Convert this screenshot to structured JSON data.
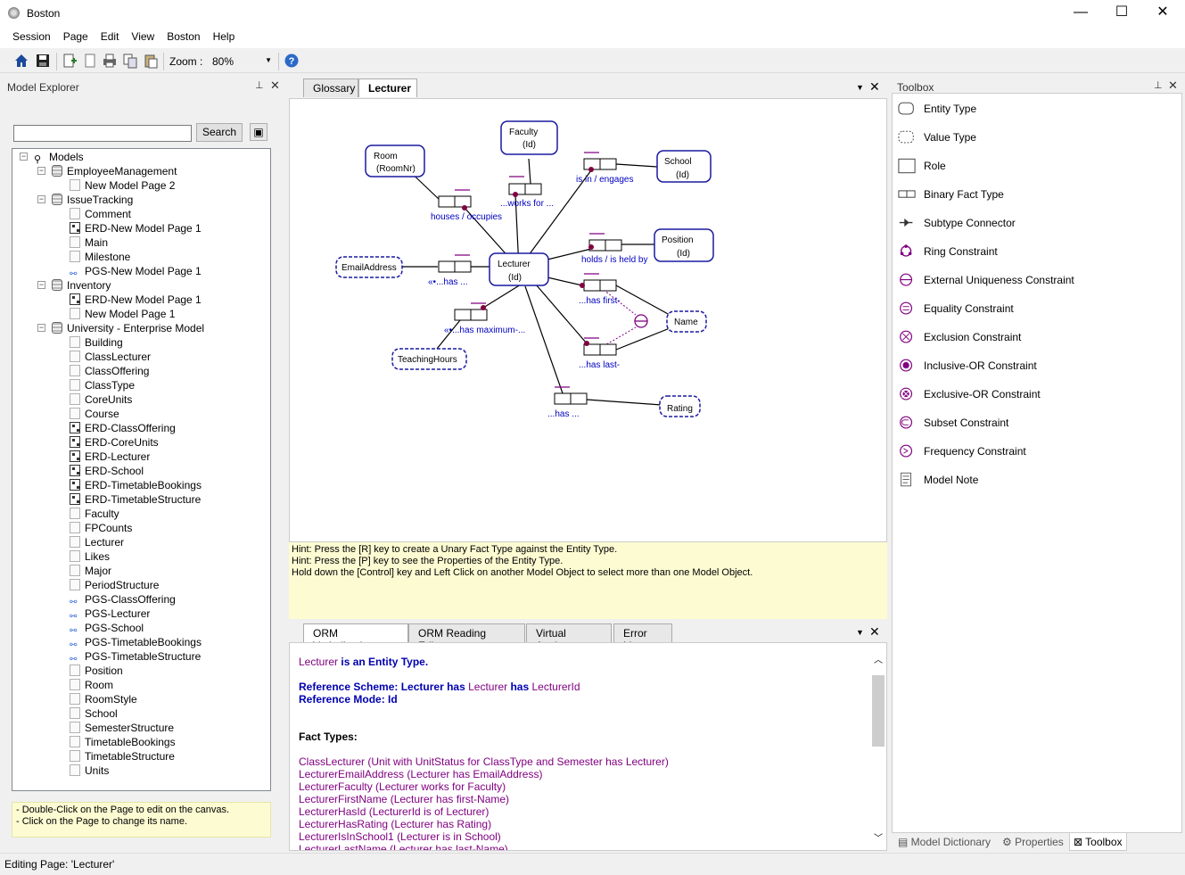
{
  "window": {
    "title": "Boston",
    "min": "—",
    "max": "☐",
    "close": "✕"
  },
  "menu": [
    "Session",
    "Page",
    "Edit",
    "View",
    "Boston",
    "Help"
  ],
  "toolbar": {
    "zoom_label": "Zoom :",
    "zoom_value": "80%"
  },
  "explorer": {
    "title": "Model Explorer",
    "search_button": "Search",
    "tree": [
      {
        "label": "Models",
        "level": 0,
        "icon": "models"
      },
      {
        "label": "EmployeeManagement",
        "level": 1,
        "icon": "db"
      },
      {
        "label": "New Model Page 2",
        "level": 2,
        "icon": "page"
      },
      {
        "label": "IssueTracking",
        "level": 1,
        "icon": "db"
      },
      {
        "label": "Comment",
        "level": 2,
        "icon": "page"
      },
      {
        "label": "ERD-New Model Page 1",
        "level": 2,
        "icon": "erd"
      },
      {
        "label": "Main",
        "level": 2,
        "icon": "page"
      },
      {
        "label": "Milestone",
        "level": 2,
        "icon": "page"
      },
      {
        "label": "PGS-New Model Page 1",
        "level": 2,
        "icon": "pgs"
      },
      {
        "label": "Inventory",
        "level": 1,
        "icon": "db"
      },
      {
        "label": "ERD-New Model Page 1",
        "level": 2,
        "icon": "erd"
      },
      {
        "label": "New Model Page 1",
        "level": 2,
        "icon": "page"
      },
      {
        "label": "University - Enterprise Model",
        "level": 1,
        "icon": "db"
      },
      {
        "label": "Building",
        "level": 2,
        "icon": "page"
      },
      {
        "label": "ClassLecturer",
        "level": 2,
        "icon": "page"
      },
      {
        "label": "ClassOffering",
        "level": 2,
        "icon": "page"
      },
      {
        "label": "ClassType",
        "level": 2,
        "icon": "page"
      },
      {
        "label": "CoreUnits",
        "level": 2,
        "icon": "page"
      },
      {
        "label": "Course",
        "level": 2,
        "icon": "page"
      },
      {
        "label": "ERD-ClassOffering",
        "level": 2,
        "icon": "erd"
      },
      {
        "label": "ERD-CoreUnits",
        "level": 2,
        "icon": "erd"
      },
      {
        "label": "ERD-Lecturer",
        "level": 2,
        "icon": "erd"
      },
      {
        "label": "ERD-School",
        "level": 2,
        "icon": "erd"
      },
      {
        "label": "ERD-TimetableBookings",
        "level": 2,
        "icon": "erd"
      },
      {
        "label": "ERD-TimetableStructure",
        "level": 2,
        "icon": "erd"
      },
      {
        "label": "Faculty",
        "level": 2,
        "icon": "page"
      },
      {
        "label": "FPCounts",
        "level": 2,
        "icon": "page"
      },
      {
        "label": "Lecturer",
        "level": 2,
        "icon": "page"
      },
      {
        "label": "Likes",
        "level": 2,
        "icon": "page"
      },
      {
        "label": "Major",
        "level": 2,
        "icon": "page"
      },
      {
        "label": "PeriodStructure",
        "level": 2,
        "icon": "page"
      },
      {
        "label": "PGS-ClassOffering",
        "level": 2,
        "icon": "pgs"
      },
      {
        "label": "PGS-Lecturer",
        "level": 2,
        "icon": "pgs"
      },
      {
        "label": "PGS-School",
        "level": 2,
        "icon": "pgs"
      },
      {
        "label": "PGS-TimetableBookings",
        "level": 2,
        "icon": "pgs"
      },
      {
        "label": "PGS-TimetableStructure",
        "level": 2,
        "icon": "pgs"
      },
      {
        "label": "Position",
        "level": 2,
        "icon": "page"
      },
      {
        "label": "Room",
        "level": 2,
        "icon": "page"
      },
      {
        "label": "RoomStyle",
        "level": 2,
        "icon": "page"
      },
      {
        "label": "School",
        "level": 2,
        "icon": "page"
      },
      {
        "label": "SemesterStructure",
        "level": 2,
        "icon": "page"
      },
      {
        "label": "TimetableBookings",
        "level": 2,
        "icon": "page"
      },
      {
        "label": "TimetableStructure",
        "level": 2,
        "icon": "page"
      },
      {
        "label": "Units",
        "level": 2,
        "icon": "page"
      }
    ],
    "hint_lines": [
      "- Double-Click on the Page to edit on the canvas.",
      "- Click on the Page to change its name."
    ]
  },
  "doc_tabs": [
    "Glossary",
    "Lecturer"
  ],
  "diagram": {
    "entities": [
      {
        "name": "Room",
        "ref": "(RoomNr)"
      },
      {
        "name": "Faculty",
        "ref": "(Id)"
      },
      {
        "name": "School",
        "ref": "(Id)"
      },
      {
        "name": "Lecturer",
        "ref": "(Id)"
      },
      {
        "name": "Position",
        "ref": "(Id)"
      }
    ],
    "values": [
      "EmailAddress",
      "TeachingHours",
      "Name",
      "Rating"
    ],
    "readings": [
      "houses  / occupies",
      "...works for ...",
      "is in  / engages",
      "holds  / is held by",
      "...has first-",
      "...has last-",
      "«•...has ...",
      "«•...has maximum-...",
      "...has ..."
    ]
  },
  "hints": [
    "Hint: Press the [R] key to create a Unary Fact Type against the Entity Type.",
    "Hint: Press the [P] key to see the Properties of the Entity Type.",
    "Hold down the [Control] key and Left Click on another Model Object to select more than one Model Object."
  ],
  "bottom_tabs": [
    "ORM Verbalisation",
    "ORM Reading Editor",
    "Virtual Analyst",
    "Error List"
  ],
  "verbalisation": {
    "line1_obj": "Lecturer",
    "line1_text": " is an Entity Type.",
    "ref_scheme_label": "Reference Scheme: Lecturer has ",
    "ref_scheme_obj1": "Lecturer",
    "ref_scheme_has": " has ",
    "ref_scheme_obj2": "LecturerId",
    "ref_mode": "Reference Mode: Id",
    "fact_types_title": "Fact Types:",
    "fact_types": [
      "ClassLecturer (Unit with UnitStatus for ClassType and Semester has Lecturer)",
      "LecturerEmailAddress (Lecturer has EmailAddress)",
      "LecturerFaculty (Lecturer works for Faculty)",
      "LecturerFirstName (Lecturer has first-Name)",
      "LecturerHasId (LecturerId is of Lecturer)",
      "LecturerHasRating (Lecturer has Rating)",
      "LecturerIsInSchool1 (Lecturer is in School)",
      "LecturerLastName (Lecturer has last-Name)"
    ]
  },
  "toolbox": {
    "title": "Toolbox",
    "items": [
      {
        "label": "Entity Type",
        "icon": "entity-type-icon"
      },
      {
        "label": "Value Type",
        "icon": "value-type-icon"
      },
      {
        "label": "Role",
        "icon": "role-icon"
      },
      {
        "label": "Binary Fact Type",
        "icon": "binary-fact-type-icon"
      },
      {
        "label": "Subtype Connector",
        "icon": "subtype-connector-icon"
      },
      {
        "label": "Ring Constraint",
        "icon": "ring-constraint-icon"
      },
      {
        "label": "External Uniqueness Constraint",
        "icon": "external-uniqueness-icon"
      },
      {
        "label": "Equality Constraint",
        "icon": "equality-constraint-icon"
      },
      {
        "label": "Exclusion Constraint",
        "icon": "exclusion-constraint-icon"
      },
      {
        "label": "Inclusive-OR Constraint",
        "icon": "inclusive-or-icon"
      },
      {
        "label": "Exclusive-OR Constraint",
        "icon": "exclusive-or-icon"
      },
      {
        "label": "Subset Constraint",
        "icon": "subset-constraint-icon"
      },
      {
        "label": "Frequency Constraint",
        "icon": "frequency-constraint-icon"
      },
      {
        "label": "Model Note",
        "icon": "model-note-icon"
      }
    ],
    "side_tabs": [
      "Model Dictionary",
      "Properties",
      "Toolbox"
    ]
  },
  "status": "Editing Page: 'Lecturer'",
  "colors": {
    "entity": "#1a1aa0",
    "constraint": "#800080",
    "reading": "#0000c0",
    "hint_bg": "#fdfbd2"
  }
}
